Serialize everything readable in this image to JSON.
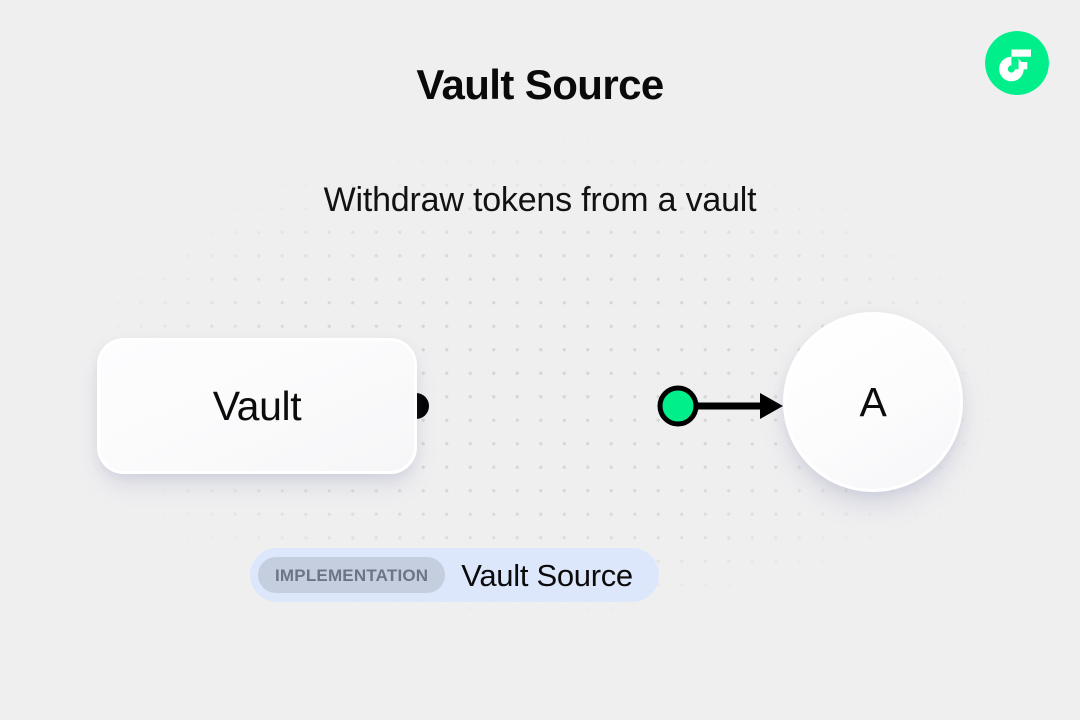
{
  "header": {
    "title": "Vault Source",
    "subtitle": "Withdraw tokens from a vault"
  },
  "brand": {
    "logo_icon": "flow-logo-icon",
    "logo_color": "#00EF8B",
    "logo_mark_color": "#FFFFFF"
  },
  "diagram": {
    "type": "flow-graph",
    "background_color": "#EFEFF0",
    "dot_color": "#D6D6D8",
    "source_node": {
      "label": "Vault",
      "shape": "rounded-rectangle",
      "fill": "#FDFDFE"
    },
    "target_node": {
      "label": "A",
      "shape": "circle",
      "fill": "#FFFFFF"
    },
    "edge": {
      "color": "#000000",
      "marker": "arrow-head",
      "midpoint_dot_color": "#00EF8B",
      "midpoint_dot_border": "#000000",
      "flow_highlight_color": "#00EF8B"
    }
  },
  "badge": {
    "kind_label": "IMPLEMENTATION",
    "name": "Vault Source",
    "pill_color": "#DDE7FB",
    "chip_color": "#C4CEDF",
    "chip_text_color": "#6D7585"
  }
}
